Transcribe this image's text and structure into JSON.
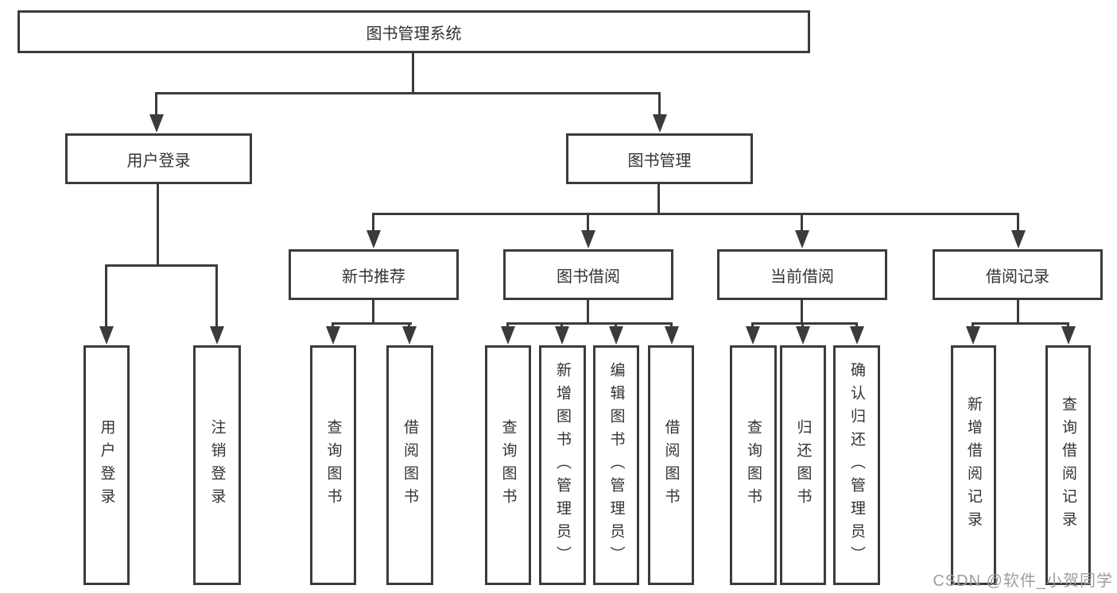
{
  "tree": {
    "label": "图书管理系统",
    "children": [
      {
        "label": "用户登录",
        "children": [
          {
            "label": "用户登录"
          },
          {
            "label": "注销登录"
          }
        ]
      },
      {
        "label": "图书管理",
        "children": [
          {
            "label": "新书推荐",
            "children": [
              {
                "label": "查询图书"
              },
              {
                "label": "借阅图书"
              }
            ]
          },
          {
            "label": "图书借阅",
            "children": [
              {
                "label": "查询图书"
              },
              {
                "label": "新增图书（管理员）"
              },
              {
                "label": "编辑图书（管理员）"
              },
              {
                "label": "借阅图书"
              }
            ]
          },
          {
            "label": "当前借阅",
            "children": [
              {
                "label": "查询图书"
              },
              {
                "label": "归还图书"
              },
              {
                "label": "确认归还（管理员）"
              }
            ]
          },
          {
            "label": "借阅记录",
            "children": [
              {
                "label": "新增借阅记录"
              },
              {
                "label": "查询借阅记录"
              }
            ]
          }
        ]
      }
    ]
  },
  "watermark": {
    "text": "CSDN @软件_小贺同学",
    "color": "#9e9e9e"
  },
  "colors": {
    "line": "#3b3b3b",
    "text": "#333333",
    "background": "#ffffff"
  }
}
